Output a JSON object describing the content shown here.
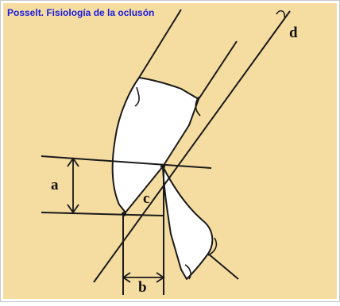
{
  "caption": "Posselt. Fisiología de la oclusón",
  "labels": {
    "a": "a",
    "b": "b",
    "c": "c",
    "d": "d"
  },
  "colors": {
    "background": "#f5dca0",
    "tooth": "#ffffff",
    "ink": "#1a1a1a",
    "caption": "#1a1ae0",
    "frame": "#c8c8c8"
  }
}
